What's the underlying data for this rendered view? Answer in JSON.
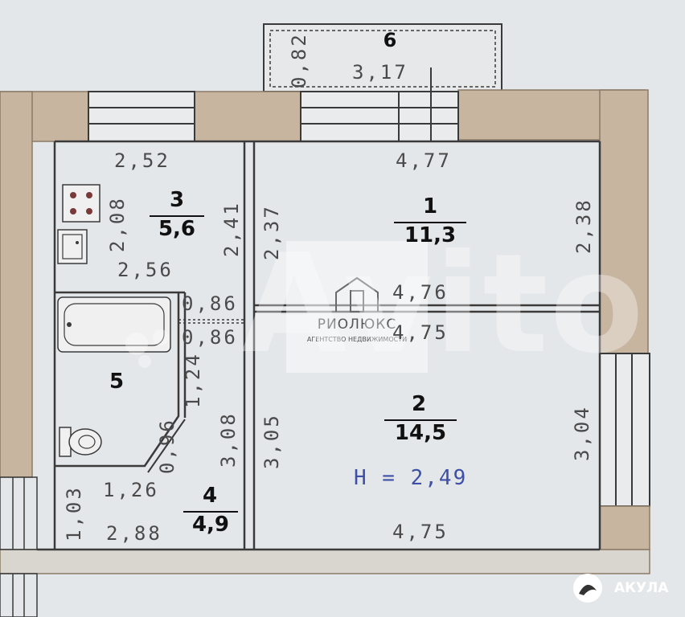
{
  "plan": {
    "height_label": "H = 2,49",
    "rooms": [
      {
        "id": "1",
        "number": "1",
        "area": "11,3"
      },
      {
        "id": "2",
        "number": "2",
        "area": "14,5"
      },
      {
        "id": "3",
        "number": "3",
        "area": "5,6"
      },
      {
        "id": "4",
        "number": "4",
        "area": "4,9"
      },
      {
        "id": "5",
        "number": "5"
      },
      {
        "id": "6",
        "number": "6"
      }
    ],
    "dimensions": {
      "d_082": "0,82",
      "d_317": "3,17",
      "d_252": "2,52",
      "d_477": "4,77",
      "d_208": "2,08",
      "d_241": "2,41",
      "d_237": "2,37",
      "d_238": "2,38",
      "d_256": "2,56",
      "d_476": "4,76",
      "d_086a": "0,86",
      "d_086b": "0,86",
      "d_475a": "4,75",
      "d_124": "1,24",
      "d_096": "0,96",
      "d_308": "3,08",
      "d_305": "3,05",
      "d_304": "3,04",
      "d_103": "1,03",
      "d_126": "1,26",
      "d_288": "2,88",
      "d_475b": "4,75"
    }
  },
  "watermarks": {
    "agency_name": "РИОЛЮКС",
    "agency_sub": "АГЕНТСТВО НЕДВИЖИМОСТИ",
    "site": "Avito",
    "partner": "АКУЛА"
  },
  "colors": {
    "background": "#e4e7ea",
    "wall": "#c7b5a0",
    "wall_edge": "#8a7a66",
    "line": "#3a3a3a",
    "text": "#4a4a4a",
    "height_text": "#3d4fa6"
  }
}
